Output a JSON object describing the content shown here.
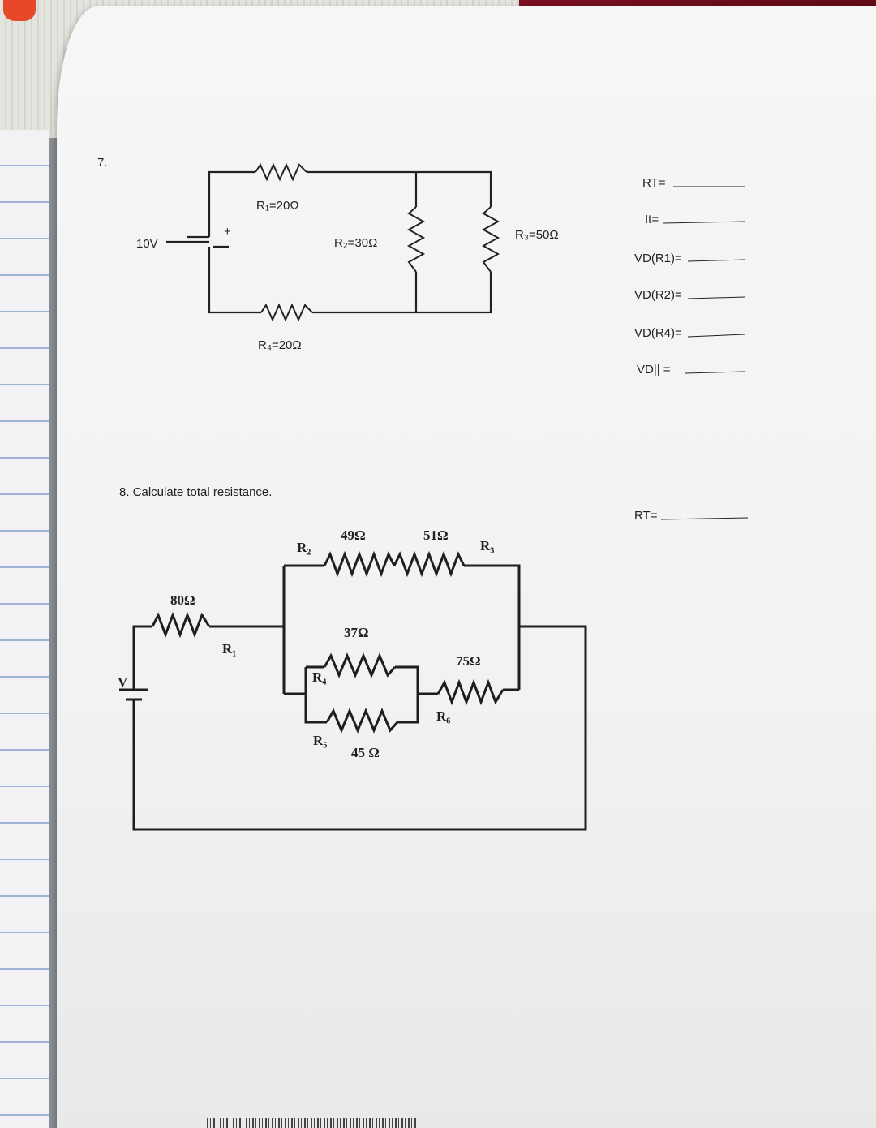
{
  "problem7": {
    "number": "7.",
    "source_label": "10V",
    "plus_sign": "+",
    "r1_label": "R₁=20Ω",
    "r2_label": "R₂=30Ω",
    "r3_label": "R₃=50Ω",
    "r4_label": "R₄=20Ω",
    "answers": [
      "RT=",
      "It=",
      "VD(R1)=",
      "VD(R2)=",
      "VD(R4)=",
      "VD|| ="
    ]
  },
  "problem8": {
    "prompt": "8. Calculate total resistance.",
    "source_label": "V",
    "r1_value": "80Ω",
    "r1_name": "R₁",
    "r2_name": "R₂",
    "r2_value": "49Ω",
    "r3_value": "51Ω",
    "r3_name": "R₃",
    "r4_value": "37Ω",
    "r4_name": "R₄",
    "r5_name": "R₅",
    "r5_value": "45 Ω",
    "r6_value": "75Ω",
    "r6_name": "R₆",
    "answer_label": "RT="
  }
}
